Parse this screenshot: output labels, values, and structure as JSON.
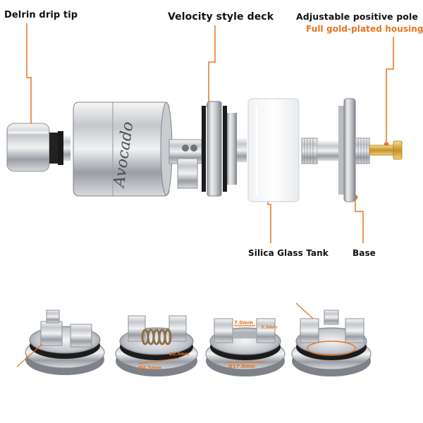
{
  "labels": {
    "drip_tip": "Delrin drip tip",
    "deck": "Velocity style deck",
    "pole": "Adjustable positive pole",
    "pole_sub": "Full gold-plated housing",
    "tank": "Silica Glass Tank",
    "base": "Base"
  },
  "logo_text": "Avocado",
  "deck_marks": {
    "coil_diameter": "Ø4.5mm",
    "post_hole": "Ø2.5mm",
    "spacing_a": "7.0mm",
    "spacing_b": "3.3mm",
    "deck_diameter": "Ø17.8mm"
  },
  "colors": {
    "accent": "#e8731e",
    "text": "#111111",
    "steel_light": "#e9eaec",
    "steel_dark": "#7d8187",
    "gold": "#d9a93a"
  },
  "icons": {
    "leader": "leader-line-with-dot"
  }
}
